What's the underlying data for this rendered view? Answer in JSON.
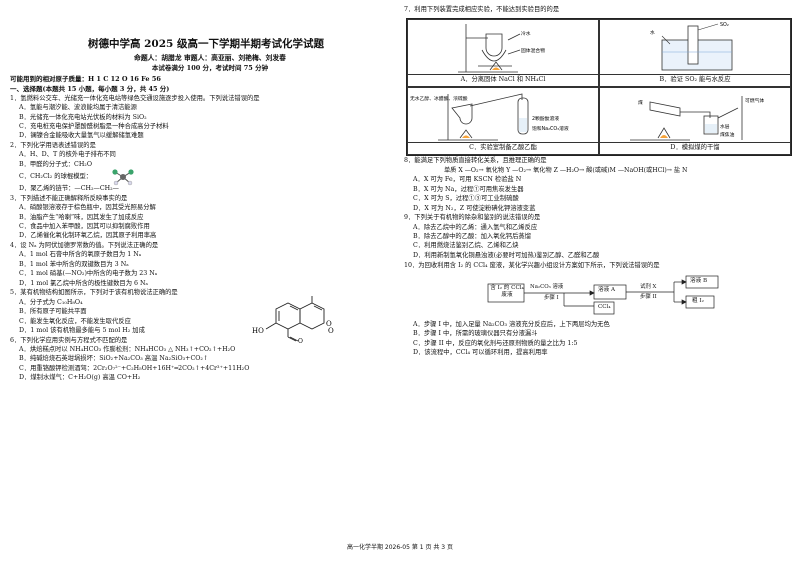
{
  "header": {
    "title": "树德中学高 2025 级高一下学期半期考试化学试题",
    "authors": "命题人：胡腊龙    审题人：高亚丽、刘艳梅、刘发春",
    "score_time": "本试卷满分 100 分，考试时间 75 分钟",
    "atomic": "可能用到的相对原子质量：H 1   C 12   O 16   Fe 56",
    "section1": "一、选择题(本题共 15 小题，每小题 3 分，共 45 分)"
  },
  "questions_left": [
    {
      "stem": "1．氢燃料公交车、光储充一体化充电站等绿色交通设施逐步投入使用。下列说法错误的是",
      "opts": [
        "A．氢能与潮汐能、波浪能均属于清洁能源",
        "B．光储充一体化充电站光伏板的材料为 SiO₂",
        "C．充电桩充电保护罩酚醛树脂是一种合成高分子材料",
        "D．镧镍合金能吸收大量氢气以缓解储氢难题"
      ]
    },
    {
      "stem": "2．下列化学用语表述错误的是",
      "opts": [
        "A．H、D、T 的核外电子排布不同",
        "B．甲醛的分子式：CH₂O",
        "C．CH₂Cl₂ 的球棍模型：",
        "D．聚乙烯的链节：—CH₂—CH₂—"
      ]
    },
    {
      "stem": "3．下列描述不能正确解释所反映事实的是",
      "opts": [
        "A．硝酸银溶液存于棕色瓶中，因其受光照易分解",
        "B．油脂产生“哈喇”味，因其发生了加成反应",
        "C．食品中加入苯甲酸，因其可以抑制腐败作用",
        "D．乙烯催化氧化制环氧乙烷，因其原子利用率高"
      ]
    },
    {
      "stem": "4．设 Nₐ 为阿伏加德罗常数的值。下列说法正确的是",
      "opts": [
        "A．1 mol 石膏中所含的氧原子数目为 1 Nₐ",
        "B．1 mol 苯中所含的双键数目为 3 Nₐ",
        "C．1 mol 硝基(—NO₂)中所含的电子数为 23 Nₐ",
        "D．1 mol 氯乙烷中所含的极性键数目为 6 Nₐ"
      ]
    },
    {
      "stem": "5．某有机物结构如图所示，下列对于该有机物说法正确的是",
      "opts": [
        "A．分子式为 C₁₀H₈O₄",
        "B．所有原子可能共平面",
        "C．能发生氧化反应，不能发生取代反应",
        "D．1 mol 该有机物最多能与 5 mol H₂ 加成"
      ]
    },
    {
      "stem": "6．下列化学应用实例与方程式不匹配的是",
      "opts": [
        "A．烘焙糕点时以 NH₄HCO₃ 作膨松剂：NH₄HCO₃ △ NH₃↑+CO₂↑+H₂O",
        "B．纯碱焙烧石英坩埚损坏：SiO₂+Na₂CO₃ 高温 Na₂SiO₃+CO₂↑",
        "C．用重铬酸钾检测酒驾：2Cr₂O₇²⁻+C₂H₅OH+16H⁺═2CO₂↑+4Cr³⁺+11H₂O",
        "D．煤制水煤气：C+H₂O(g) 高温 CO+H₂"
      ]
    }
  ],
  "q7": {
    "stem": "7．利用下列装置完成相应实验，不能达到实验目的的是",
    "captions": [
      "A．分离固体 NaCl 和 NH₄Cl",
      "B．验证 SO₂ 能与水反应",
      "C．实验室制备乙酸乙酯",
      "D．模拟煤的干馏"
    ],
    "labels": {
      "cold_water": "冷水",
      "solid_mix": "固体混合物",
      "water": "水",
      "so2": "SO₂",
      "reactants": "无水乙醇、冰醋酸、浓硫酸",
      "na2co3": "饱和Na₂CO₃溶液",
      "coal": "煤",
      "water_layer": "水层",
      "tar": "煤焦油",
      "gas": "可燃气体",
      "brine": "2颗酚酞溶液"
    }
  },
  "q8": {
    "stem": "8．能满足下列物质直接转化关系，且推理正确的是",
    "chain": "单质 X —O₂→ 氧化物 Y —O₂→ 氧化物 Z —H₂O→ 酸(或碱)M —NaOH(或HCl)→ 盐 N",
    "opts": [
      "A．X 可为 Fe，可用 KSCN 检验盐 N",
      "B．X 可为 Na，过程①可用焦炭发生器",
      "C．X 可为 S，过程①③可工业制硫酸",
      "D．X 可为 N₂，Z 可使淀粉碘化钾溶液变蓝"
    ]
  },
  "q9": {
    "stem": "9．下列关于有机物的除杂和鉴别的说法错误的是",
    "opts": [
      "A．除去乙烷中的乙烯：通入氢气和乙烯反应",
      "B．除去乙醇中的乙酸：加入氧化钙后蒸馏",
      "C．利用燃烧法鉴别乙烷、乙烯和乙炔",
      "D．利用新制氢氧化铜悬浊液(必要时可加热)鉴别乙醇、乙醛和乙酸"
    ]
  },
  "q10": {
    "stem": "10．为回收利用含 I₂ 的 CCl₄ 废液，某化学兴趣小组设计方案如下所示，下列说法错误的是",
    "flow": {
      "start": "含 I₂ 的 CCl₄ 废液",
      "reagent": "Na₂CO₃ 溶液",
      "step1": "步骤 I",
      "solA": "溶液 A",
      "ccl4": "CCl₄",
      "reagentX": "试剂 X",
      "step2": "步骤 II",
      "solB": "溶液 B",
      "crude": "粗 I₂"
    },
    "opts": [
      "A．步骤 I 中，加入足量 Na₂CO₃ 溶液充分反应后，上下两层均为无色",
      "B．步骤 I 中，所需的玻璃仪器只有分液漏斗",
      "C．步骤 II 中，反应的氧化剂与还原剂物质的量之比为 1:5",
      "D．该流程中，CCl₄ 可以循环利用，提高利用率"
    ]
  },
  "footer": "高一化学半期    2026-05    第 1 页    共 3 页"
}
